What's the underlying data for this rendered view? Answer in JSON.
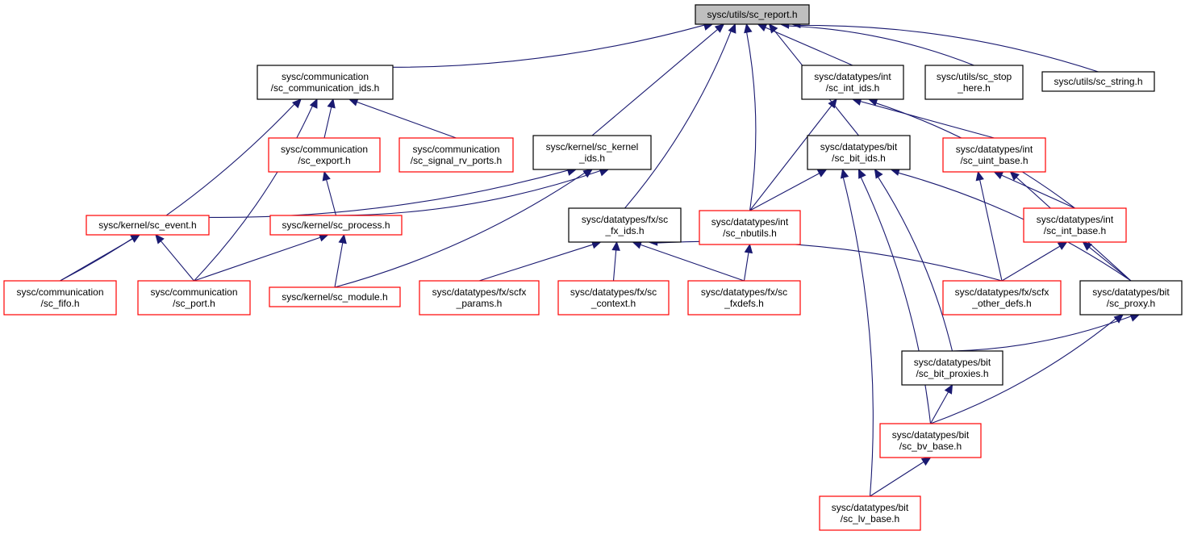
{
  "diagram": {
    "colors": {
      "edge": "#191970",
      "root_fill": "#bfbfbf",
      "black_border": "#000000",
      "red_border": "#ff0000"
    },
    "nodes": [
      {
        "id": "report",
        "lines": [
          "sysc/utils/sc_report.h"
        ],
        "border": "root"
      },
      {
        "id": "commids",
        "lines": [
          "sysc/communication",
          "/sc_communication_ids.h"
        ],
        "border": "black"
      },
      {
        "id": "intids",
        "lines": [
          "sysc/datatypes/int",
          "/sc_int_ids.h"
        ],
        "border": "black"
      },
      {
        "id": "stop",
        "lines": [
          "sysc/utils/sc_stop",
          "_here.h"
        ],
        "border": "black"
      },
      {
        "id": "string",
        "lines": [
          "sysc/utils/sc_string.h"
        ],
        "border": "black"
      },
      {
        "id": "export",
        "lines": [
          "sysc/communication",
          "/sc_export.h"
        ],
        "border": "red"
      },
      {
        "id": "signalrv",
        "lines": [
          "sysc/communication",
          "/sc_signal_rv_ports.h"
        ],
        "border": "red"
      },
      {
        "id": "kernids",
        "lines": [
          "sysc/kernel/sc_kernel",
          "_ids.h"
        ],
        "border": "black"
      },
      {
        "id": "bitids",
        "lines": [
          "sysc/datatypes/bit",
          "/sc_bit_ids.h"
        ],
        "border": "black"
      },
      {
        "id": "uintbase",
        "lines": [
          "sysc/datatypes/int",
          "/sc_uint_base.h"
        ],
        "border": "red"
      },
      {
        "id": "event",
        "lines": [
          "sysc/kernel/sc_event.h"
        ],
        "border": "red"
      },
      {
        "id": "process",
        "lines": [
          "sysc/kernel/sc_process.h"
        ],
        "border": "red"
      },
      {
        "id": "fxids",
        "lines": [
          "sysc/datatypes/fx/sc",
          "_fx_ids.h"
        ],
        "border": "black"
      },
      {
        "id": "nbutils",
        "lines": [
          "sysc/datatypes/int",
          "/sc_nbutils.h"
        ],
        "border": "red"
      },
      {
        "id": "intbase",
        "lines": [
          "sysc/datatypes/int",
          "/sc_int_base.h"
        ],
        "border": "red"
      },
      {
        "id": "fifo",
        "lines": [
          "sysc/communication",
          "/sc_fifo.h"
        ],
        "border": "red"
      },
      {
        "id": "port",
        "lines": [
          "sysc/communication",
          "/sc_port.h"
        ],
        "border": "red"
      },
      {
        "id": "module",
        "lines": [
          "sysc/kernel/sc_module.h"
        ],
        "border": "red"
      },
      {
        "id": "scfxparams",
        "lines": [
          "sysc/datatypes/fx/scfx",
          "_params.h"
        ],
        "border": "red"
      },
      {
        "id": "context",
        "lines": [
          "sysc/datatypes/fx/sc",
          "_context.h"
        ],
        "border": "red"
      },
      {
        "id": "fxdefs",
        "lines": [
          "sysc/datatypes/fx/sc",
          "_fxdefs.h"
        ],
        "border": "red"
      },
      {
        "id": "otherdefs",
        "lines": [
          "sysc/datatypes/fx/scfx",
          "_other_defs.h"
        ],
        "border": "red"
      },
      {
        "id": "proxy",
        "lines": [
          "sysc/datatypes/bit",
          "/sc_proxy.h"
        ],
        "border": "black"
      },
      {
        "id": "bitproxies",
        "lines": [
          "sysc/datatypes/bit",
          "/sc_bit_proxies.h"
        ],
        "border": "black"
      },
      {
        "id": "bvbase",
        "lines": [
          "sysc/datatypes/bit",
          "/sc_bv_base.h"
        ],
        "border": "red"
      },
      {
        "id": "lvbase",
        "lines": [
          "sysc/datatypes/bit",
          "/sc_lv_base.h"
        ],
        "border": "red"
      }
    ],
    "edges": [
      [
        "commids",
        "report"
      ],
      [
        "kernids",
        "report"
      ],
      [
        "fxids",
        "report"
      ],
      [
        "nbutils",
        "report"
      ],
      [
        "bitids",
        "report"
      ],
      [
        "intids",
        "report"
      ],
      [
        "stop",
        "report"
      ],
      [
        "string",
        "report"
      ],
      [
        "fifo",
        "commids"
      ],
      [
        "port",
        "commids"
      ],
      [
        "export",
        "commids"
      ],
      [
        "signalrv",
        "commids"
      ],
      [
        "process",
        "export"
      ],
      [
        "event",
        "kernids"
      ],
      [
        "process",
        "kernids"
      ],
      [
        "module",
        "kernids"
      ],
      [
        "fifo",
        "event"
      ],
      [
        "port",
        "event"
      ],
      [
        "port",
        "process"
      ],
      [
        "module",
        "process"
      ],
      [
        "scfxparams",
        "fxids"
      ],
      [
        "context",
        "fxids"
      ],
      [
        "fxdefs",
        "fxids"
      ],
      [
        "otherdefs",
        "fxids"
      ],
      [
        "fxdefs",
        "nbutils"
      ],
      [
        "nbutils",
        "intids"
      ],
      [
        "uintbase",
        "intids"
      ],
      [
        "intbase",
        "intids"
      ],
      [
        "nbutils",
        "bitids"
      ],
      [
        "proxy",
        "bitids"
      ],
      [
        "bitproxies",
        "bitids"
      ],
      [
        "bvbase",
        "bitids"
      ],
      [
        "lvbase",
        "bitids"
      ],
      [
        "intbase",
        "uintbase"
      ],
      [
        "otherdefs",
        "uintbase"
      ],
      [
        "proxy",
        "uintbase"
      ],
      [
        "otherdefs",
        "intbase"
      ],
      [
        "proxy",
        "intbase"
      ],
      [
        "bitproxies",
        "proxy"
      ],
      [
        "bvbase",
        "proxy"
      ],
      [
        "bvbase",
        "bitproxies"
      ],
      [
        "lvbase",
        "bvbase"
      ]
    ]
  }
}
